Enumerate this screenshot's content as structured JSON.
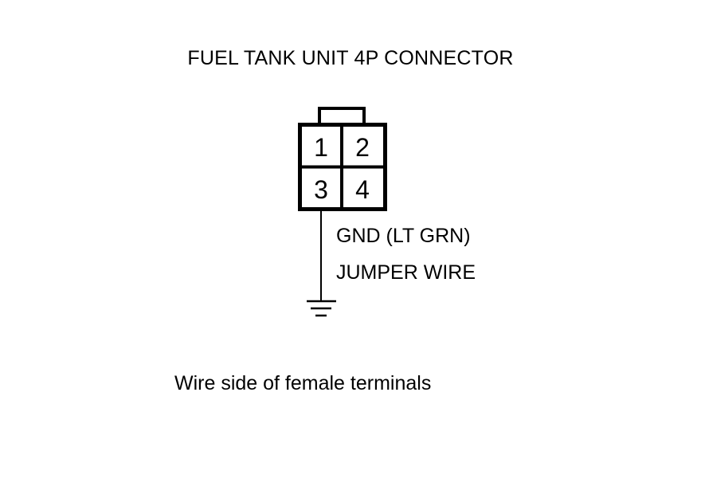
{
  "diagram": {
    "title": "FUEL TANK UNIT 4P CONNECTOR",
    "connector": {
      "pins": [
        "1",
        "2",
        "3",
        "4"
      ]
    },
    "wire": {
      "label_1": "GND (LT GRN)",
      "label_2": "JUMPER WIRE"
    },
    "caption": "Wire side of female terminals"
  }
}
